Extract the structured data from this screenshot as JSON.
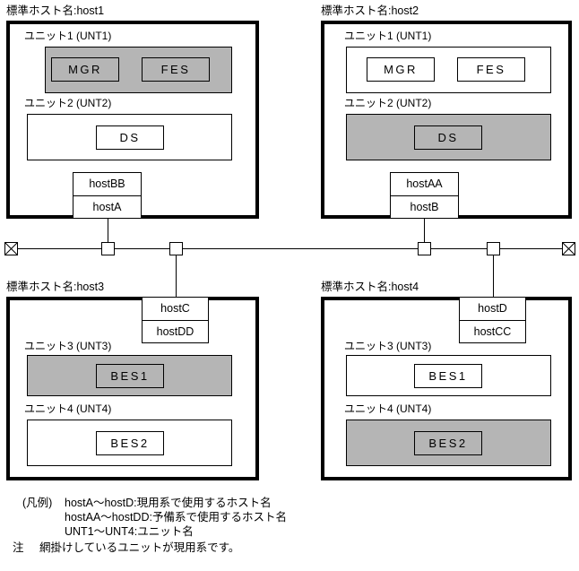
{
  "diagram": {
    "title_prefix": "標準ホスト名:",
    "hosts": [
      {
        "id": "host1",
        "title": "標準ホスト名:host1",
        "hostname_top": "hostBB",
        "hostname_bottom": "hostA",
        "units": [
          {
            "label": "ユニット1 (UNT1)",
            "shaded": true,
            "services": [
              "MGR",
              "FES"
            ]
          },
          {
            "label": "ユニット2 (UNT2)",
            "shaded": false,
            "services": [
              "DS"
            ]
          }
        ]
      },
      {
        "id": "host2",
        "title": "標準ホスト名:host2",
        "hostname_top": "hostAA",
        "hostname_bottom": "hostB",
        "units": [
          {
            "label": "ユニット1 (UNT1)",
            "shaded": false,
            "services": [
              "MGR",
              "FES"
            ]
          },
          {
            "label": "ユニット2 (UNT2)",
            "shaded": true,
            "services": [
              "DS"
            ]
          }
        ]
      },
      {
        "id": "host3",
        "title": "標準ホスト名:host3",
        "hostname_top": "hostC",
        "hostname_bottom": "hostDD",
        "units": [
          {
            "label": "ユニット3 (UNT3)",
            "shaded": true,
            "services": [
              "BES1"
            ]
          },
          {
            "label": "ユニット4 (UNT4)",
            "shaded": false,
            "services": [
              "BES2"
            ]
          }
        ]
      },
      {
        "id": "host4",
        "title": "標準ホスト名:host4",
        "hostname_top": "hostD",
        "hostname_bottom": "hostCC",
        "units": [
          {
            "label": "ユニット3 (UNT3)",
            "shaded": false,
            "services": [
              "BES1"
            ]
          },
          {
            "label": "ユニット4 (UNT4)",
            "shaded": true,
            "services": [
              "BES2"
            ]
          }
        ]
      }
    ],
    "network": {
      "terminator_left": "bus-terminator",
      "terminator_right": "bus-terminator",
      "taps": 4
    },
    "legend": {
      "label": "(凡例)",
      "lines": [
        "hostA〜hostD:現用系で使用するホスト名",
        "hostAA〜hostDD:予備系で使用するホスト名",
        "UNT1〜UNT4:ユニット名"
      ],
      "note_label": "注",
      "note_text": "網掛けしているユニットが現用系です。"
    },
    "colors": {
      "shade": "#b5b5b5",
      "line": "#000000",
      "background": "#ffffff"
    }
  }
}
